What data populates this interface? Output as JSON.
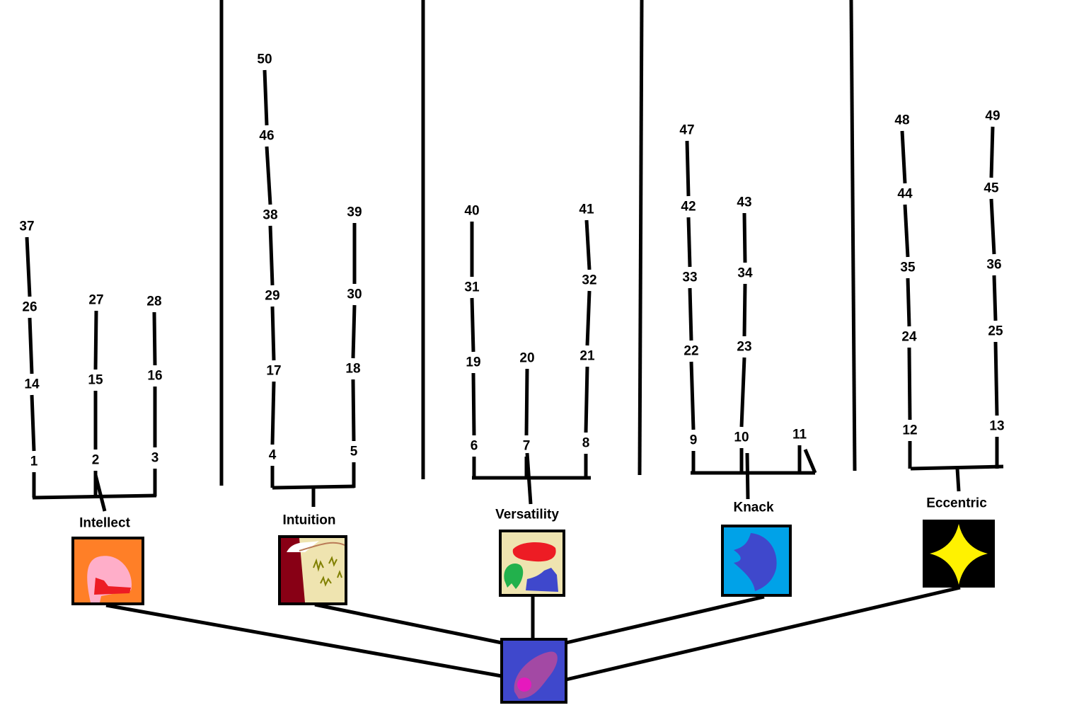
{
  "colors": {
    "line": "#000000",
    "background": "#ffffff",
    "root_bg": "#3f48cc",
    "root_blob": "#a349a4",
    "root_core": "#e619bd",
    "intellect_bg": "#ff7f27",
    "intellect_blob": "#ffaec9",
    "intellect_mark": "#ed1c24",
    "intuition_page": "#efe4b0",
    "intuition_spine": "#880015",
    "intuition_ink": "#808000",
    "versatility_bg": "#efe4b0",
    "versatility_red": "#ed1c24",
    "versatility_green": "#22b14c",
    "versatility_blue": "#3f48cc",
    "knack_bg": "#00a2e8",
    "knack_shape": "#3f48cc",
    "eccentric_bg": "#000000",
    "eccentric_star": "#fff200"
  },
  "root": {
    "icon": "swirl-blob-icon"
  },
  "branches": [
    {
      "id": "intellect",
      "name": "Intellect",
      "icon": "brain-icon",
      "columns": [
        [
          "1",
          "14",
          "26",
          "37"
        ],
        [
          "2",
          "15",
          "27"
        ],
        [
          "3",
          "16",
          "28"
        ]
      ]
    },
    {
      "id": "intuition",
      "name": "Intuition",
      "icon": "scroll-icon",
      "columns": [
        [
          "4",
          "17",
          "29",
          "38",
          "46",
          "50"
        ],
        [
          "5",
          "18",
          "30",
          "39"
        ]
      ]
    },
    {
      "id": "versatility",
      "name": "Versatility",
      "icon": "palette-icon",
      "columns": [
        [
          "6",
          "19",
          "31",
          "40"
        ],
        [
          "7",
          "20"
        ],
        [
          "8",
          "21",
          "32",
          "41"
        ]
      ]
    },
    {
      "id": "knack",
      "name": "Knack",
      "icon": "blue-bird-icon",
      "columns": [
        [
          "9",
          "22",
          "33",
          "42",
          "47"
        ],
        [
          "10",
          "23",
          "34",
          "43"
        ],
        [
          "11"
        ]
      ]
    },
    {
      "id": "eccentric",
      "name": "Eccentric",
      "icon": "star-icon",
      "columns": [
        [
          "12",
          "24",
          "35",
          "44",
          "48"
        ],
        [
          "13",
          "25",
          "36",
          "45",
          "49"
        ]
      ]
    }
  ]
}
